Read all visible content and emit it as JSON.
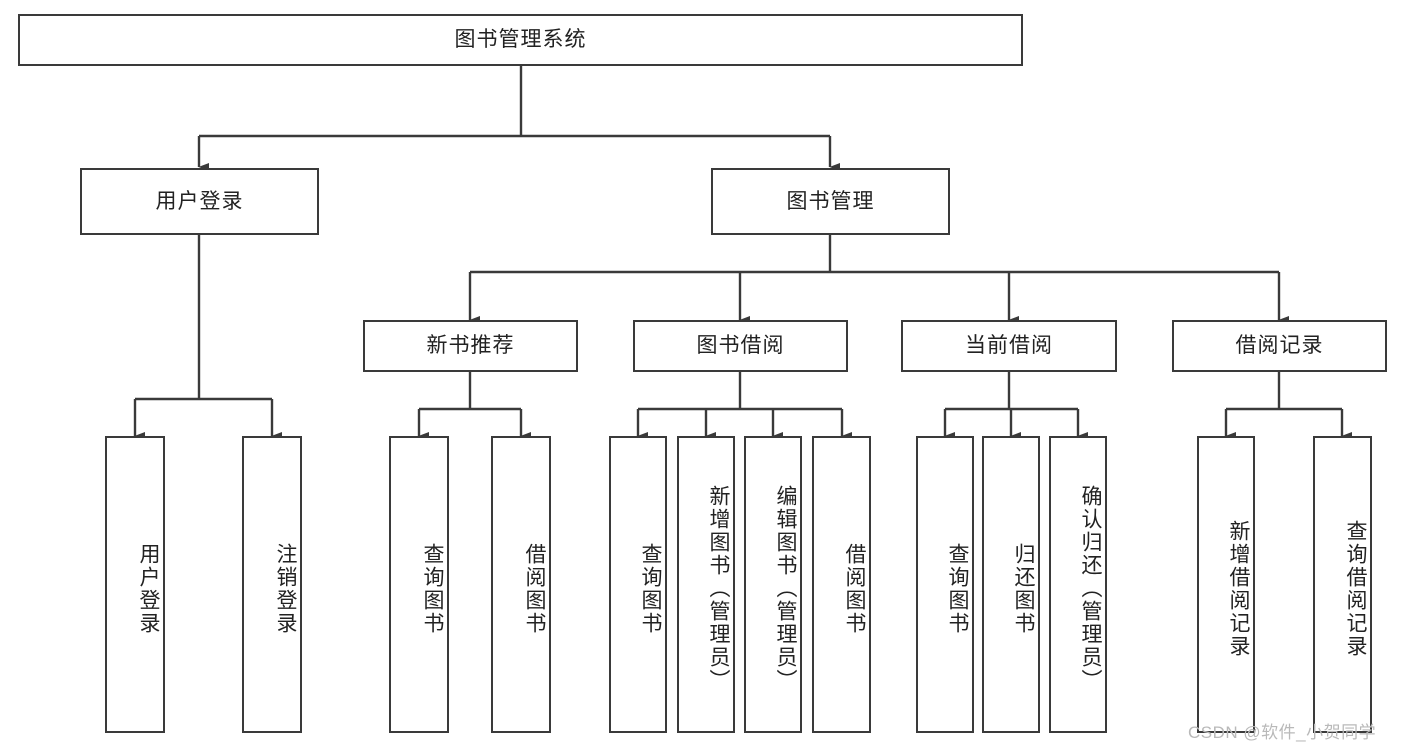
{
  "diagram": {
    "type": "tree",
    "title": "图书管理系统",
    "root": {
      "id": "root",
      "label": "图书管理系统",
      "orientation": "horizontal"
    },
    "level2": [
      {
        "id": "user-login",
        "label": "用户登录",
        "orientation": "horizontal"
      },
      {
        "id": "book-manage",
        "label": "图书管理",
        "orientation": "horizontal"
      }
    ],
    "level3": [
      {
        "id": "new-book-recommend",
        "label": "新书推荐",
        "orientation": "horizontal",
        "parent": "book-manage"
      },
      {
        "id": "book-borrow",
        "label": "图书借阅",
        "orientation": "horizontal",
        "parent": "book-manage"
      },
      {
        "id": "current-borrow",
        "label": "当前借阅",
        "orientation": "horizontal",
        "parent": "book-manage"
      },
      {
        "id": "borrow-record",
        "label": "借阅记录",
        "orientation": "horizontal",
        "parent": "book-manage"
      }
    ],
    "leaves": [
      {
        "id": "leaf-user-login",
        "label": "用户登录",
        "parent": "user-login"
      },
      {
        "id": "leaf-user-logout",
        "label": "注销登录",
        "parent": "user-login"
      },
      {
        "id": "leaf-query-book-rec",
        "label": "查询图书",
        "parent": "new-book-recommend"
      },
      {
        "id": "leaf-borrow-book-rec",
        "label": "借阅图书",
        "parent": "new-book-recommend"
      },
      {
        "id": "leaf-query-book",
        "label": "查询图书",
        "parent": "book-borrow"
      },
      {
        "id": "leaf-add-book",
        "label": "新增图书（管理员）",
        "parent": "book-borrow"
      },
      {
        "id": "leaf-edit-book",
        "label": "编辑图书（管理员）",
        "parent": "book-borrow"
      },
      {
        "id": "leaf-borrow-book",
        "label": "借阅图书",
        "parent": "book-borrow"
      },
      {
        "id": "leaf-query-book-cur",
        "label": "查询图书",
        "parent": "current-borrow"
      },
      {
        "id": "leaf-return-book",
        "label": "归还图书",
        "parent": "current-borrow"
      },
      {
        "id": "leaf-confirm-return",
        "label": "确认归还（管理员）",
        "parent": "current-borrow"
      },
      {
        "id": "leaf-add-record",
        "label": "新增借阅记录",
        "parent": "borrow-record"
      },
      {
        "id": "leaf-query-record",
        "label": "查询借阅记录",
        "parent": "borrow-record"
      }
    ],
    "colors": {
      "stroke": "#3a3a3a",
      "fill": "#ffffff",
      "text": "#222222",
      "watermark": "#b9b9b9"
    }
  },
  "watermark": {
    "text": "CSDN @软件_小贺同学"
  }
}
